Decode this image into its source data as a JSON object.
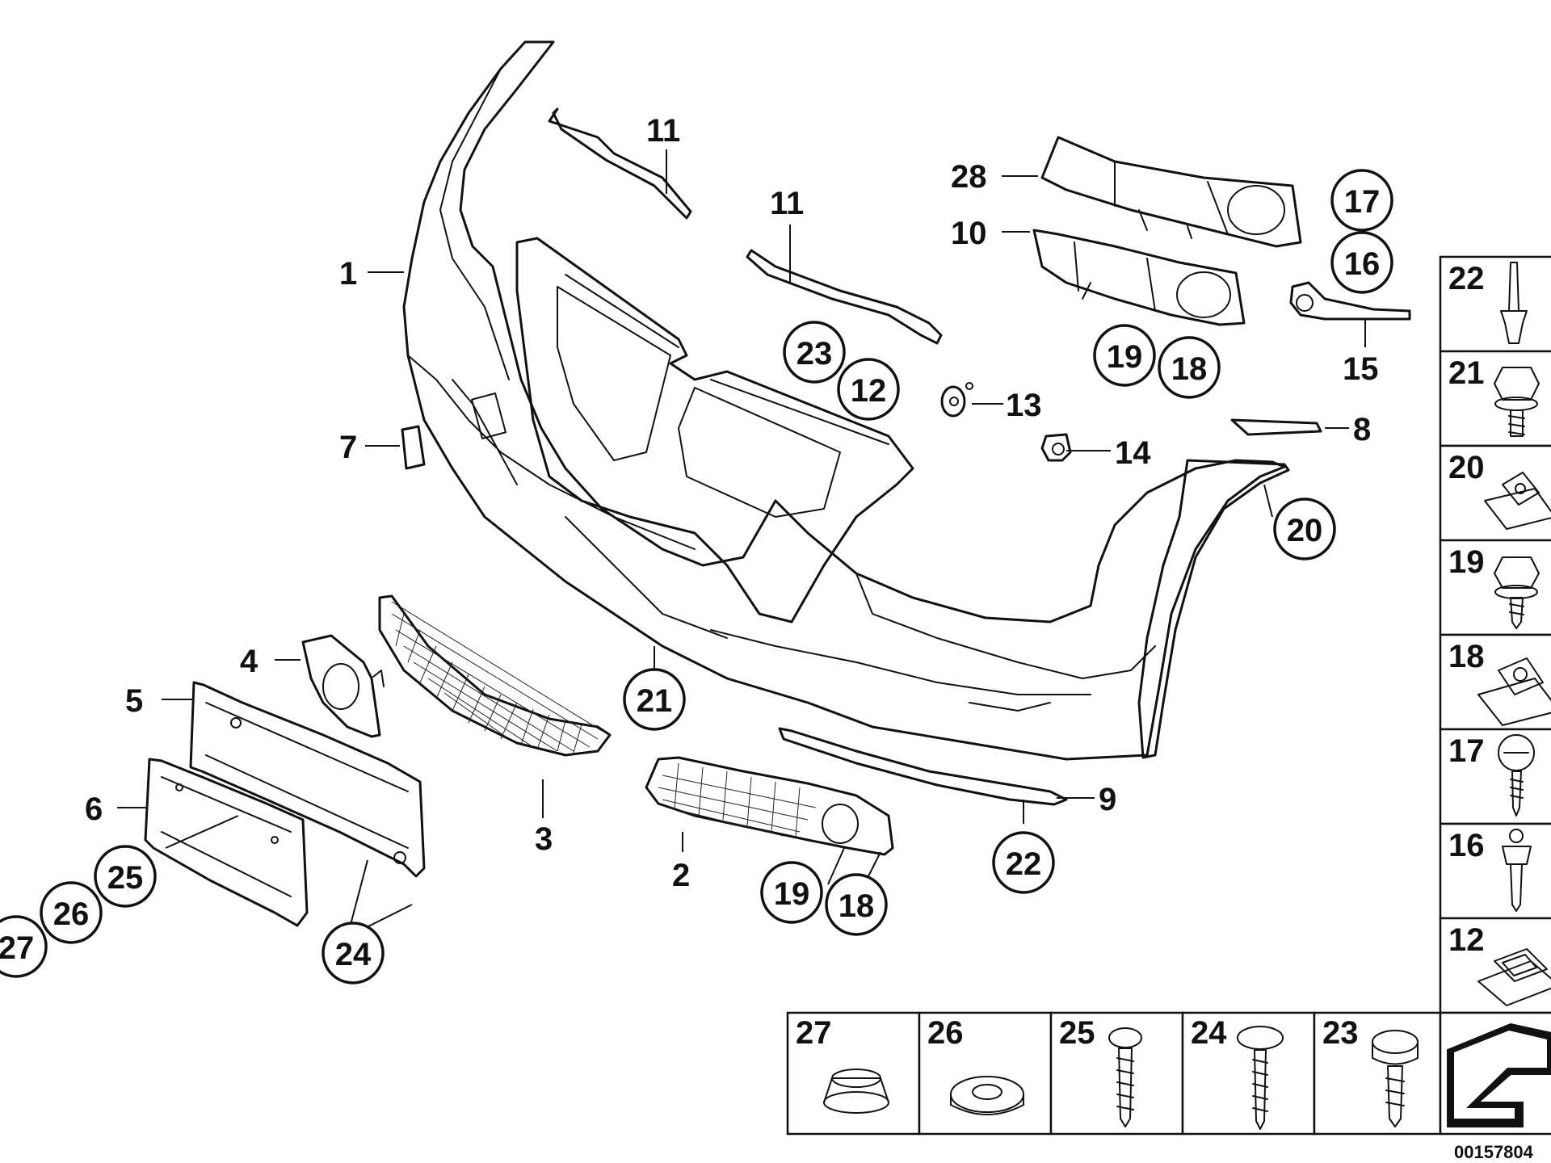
{
  "callouts": {
    "c1": "1",
    "c2": "2",
    "c3": "3",
    "c4": "4",
    "c5": "5",
    "c6": "6",
    "c7": "7",
    "c8": "8",
    "c9": "9",
    "c10": "10",
    "c11a": "11",
    "c11b": "11",
    "c13": "13",
    "c14": "14",
    "c15": "15",
    "c28": "28"
  },
  "circled": {
    "c12": "12",
    "c16": "16",
    "c17": "17",
    "c18a": "18",
    "c18b": "18",
    "c19a": "19",
    "c19b": "19",
    "c20": "20",
    "c21": "21",
    "c22": "22",
    "c23": "23",
    "c24": "24",
    "c25": "25",
    "c26": "26",
    "c27": "27"
  },
  "side_legend": [
    "22",
    "21",
    "20",
    "19",
    "18",
    "17",
    "16",
    "12"
  ],
  "bottom_legend": [
    "27",
    "26",
    "25",
    "24",
    "23"
  ],
  "doc_number": "00157804"
}
